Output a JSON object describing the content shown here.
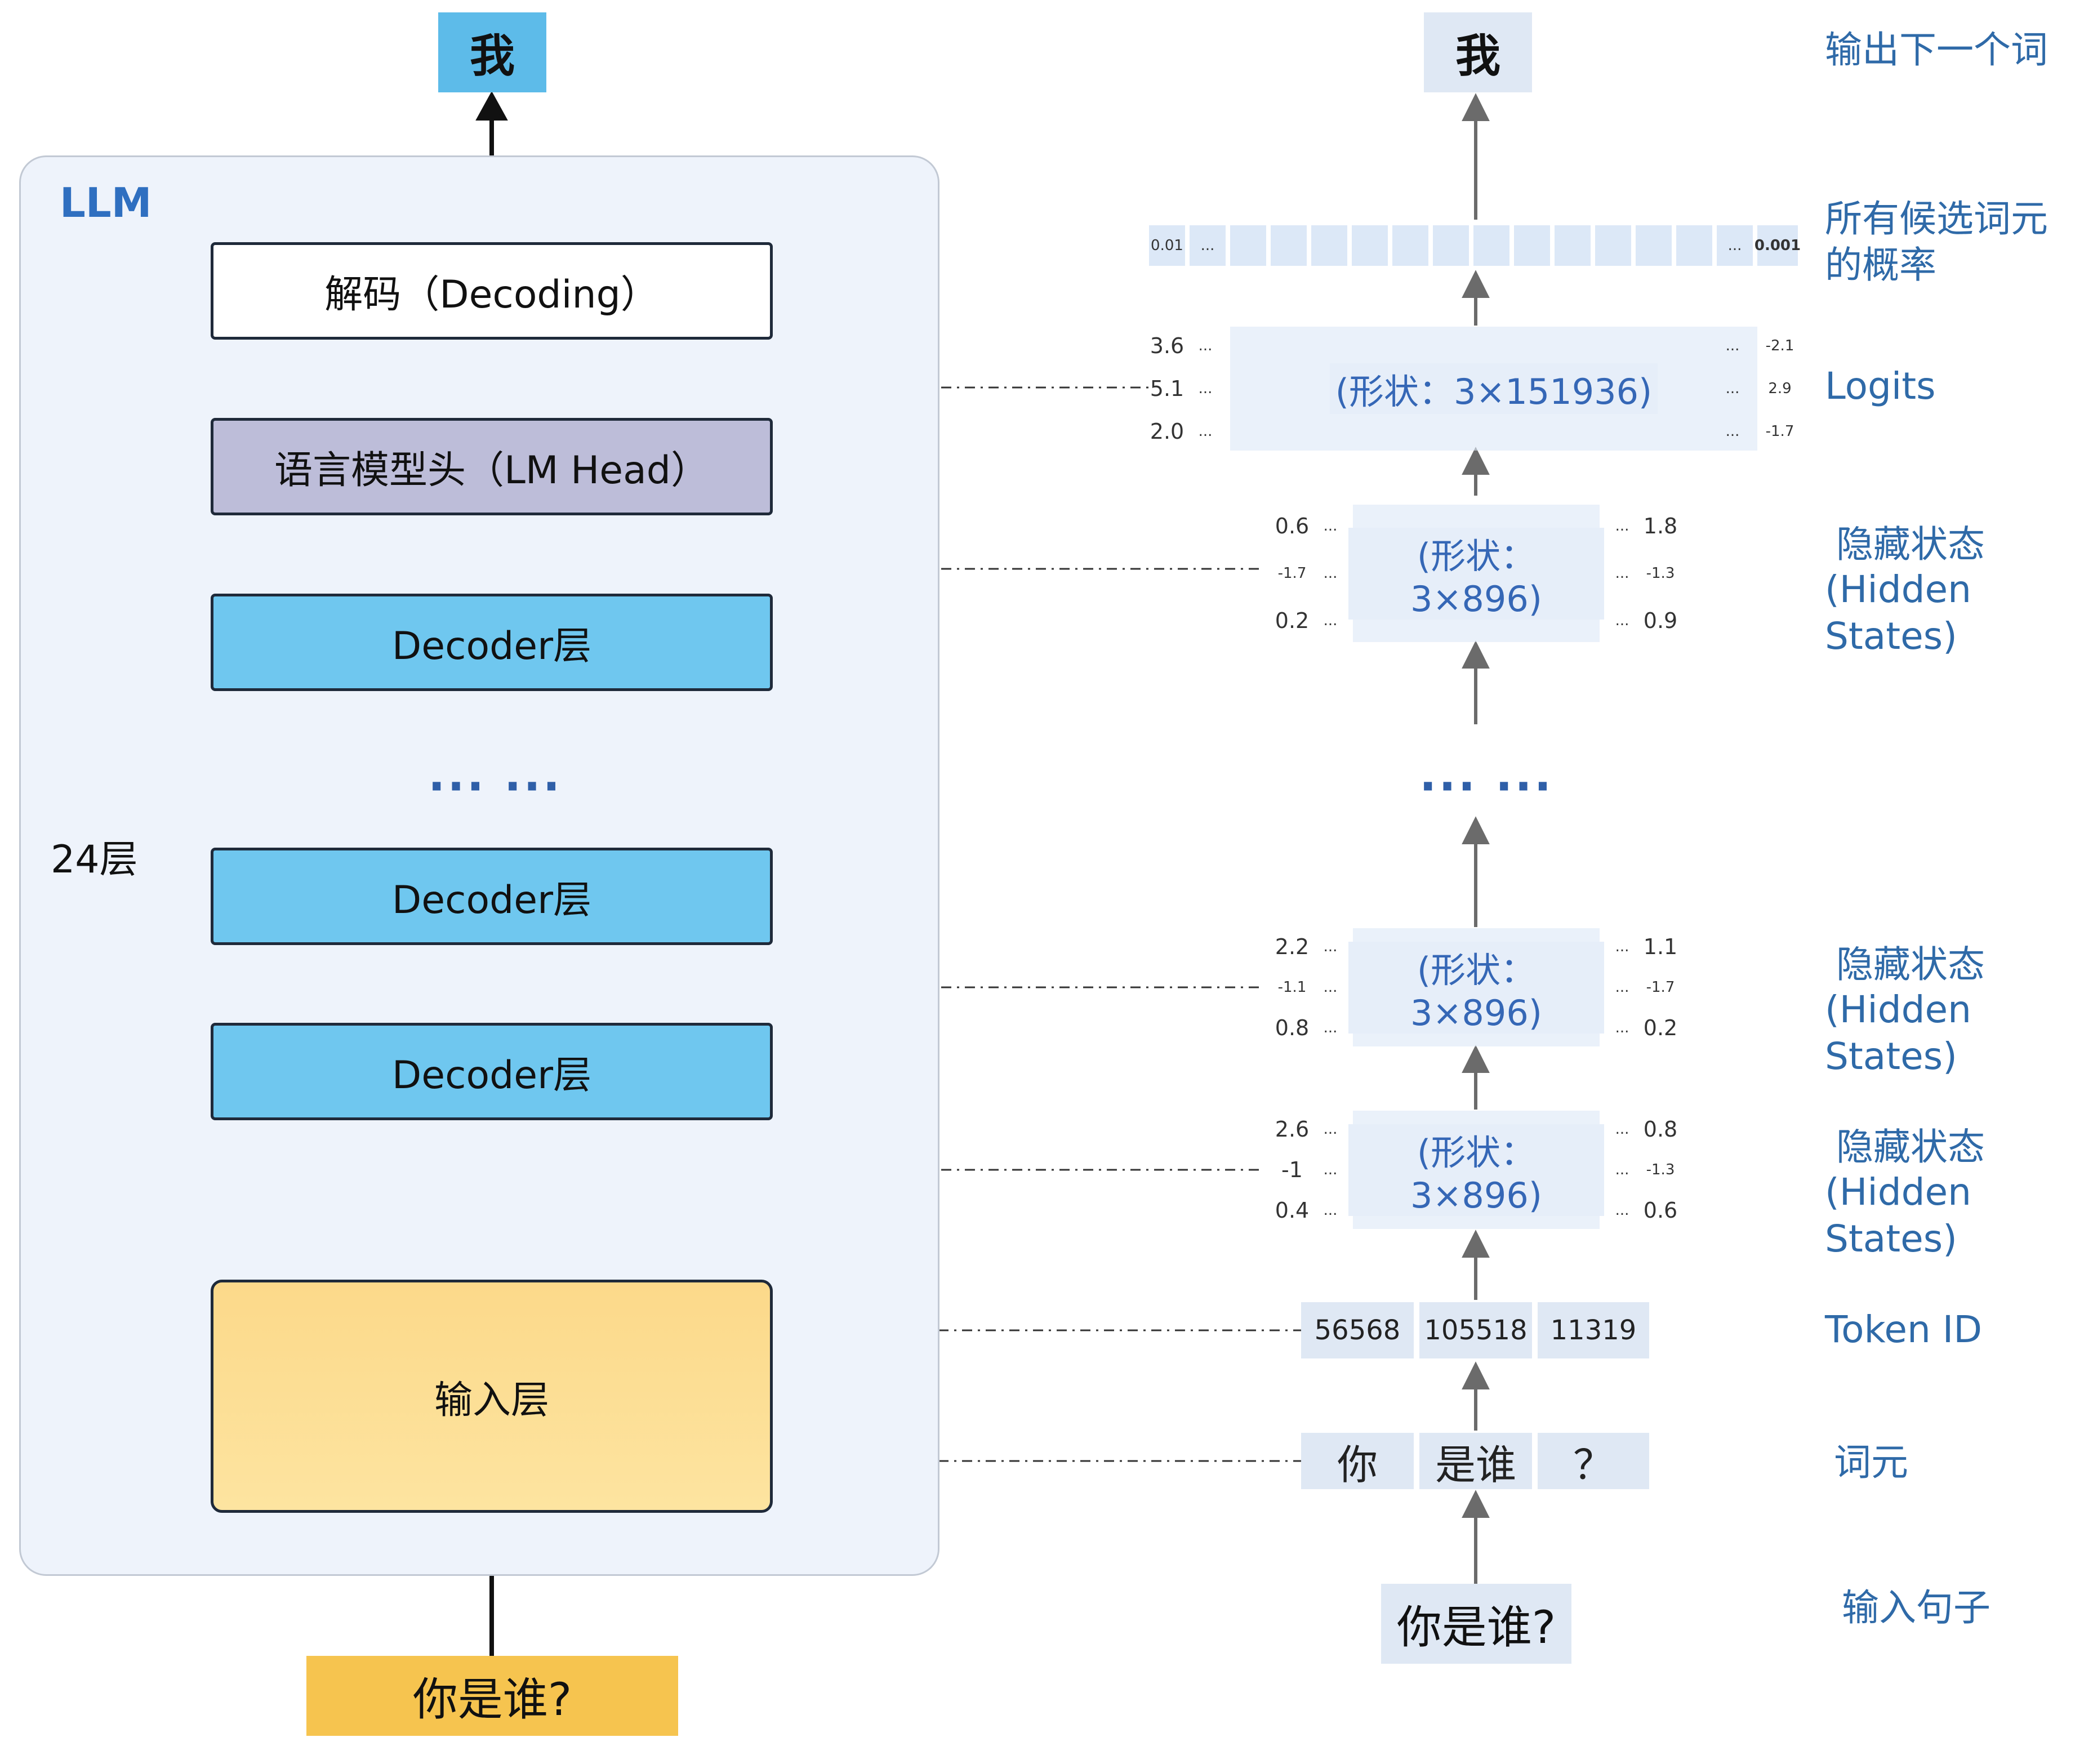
{
  "llm_panel": {
    "label": "LLM"
  },
  "left": {
    "output_token": "我",
    "decoding": "解码（Decoding）",
    "lm_head": "语言模型头（LM Head）",
    "decoder_label": "Decoder层",
    "ellipsis": "··· ···",
    "layers_count": "24层",
    "input_layer": "输入层",
    "input_sentence": "你是谁?"
  },
  "right": {
    "output_token": "我",
    "ellipsis": "··· ···",
    "probs": {
      "first": "0.01",
      "second": "...",
      "second_last": "...",
      "last": "0.001"
    },
    "logits": {
      "shape": "(形状：3×151936)",
      "left_col": [
        "3.6",
        "5.1",
        "2.0"
      ],
      "right_col": [
        "-2.1",
        "2.9",
        "-1.7"
      ],
      "ellipsis": "..."
    },
    "hidden_top": {
      "shape": "(形状：3×896)",
      "left_col": [
        "0.6",
        "-1.7",
        "0.2"
      ],
      "right_col": [
        "1.8",
        "-1.3",
        "0.9"
      ],
      "ellipsis": "..."
    },
    "hidden_mid": {
      "shape": "(形状：3×896)",
      "left_col": [
        "2.2",
        "-1.1",
        "0.8"
      ],
      "right_col": [
        "1.1",
        "-1.7",
        "0.2"
      ],
      "ellipsis": "..."
    },
    "hidden_bottom": {
      "shape": "(形状：3×896)",
      "left_col": [
        "2.6",
        "-1",
        "0.4"
      ],
      "right_col": [
        "0.8",
        "-1.3",
        "0.6"
      ],
      "ellipsis": "..."
    },
    "token_ids": [
      "56568",
      "105518",
      "11319"
    ],
    "words": [
      "你",
      "是谁",
      "？"
    ],
    "input_sentence": "你是谁?"
  },
  "labels": {
    "output_next": "输出下一个词",
    "all_probs_line1": "所有候选词元",
    "all_probs_line2": "的概率",
    "logits": "Logits",
    "hidden_1": "隐藏状态",
    "hidden_2": "(Hidden States)",
    "token_id": "Token ID",
    "token": "词元",
    "input_sentence": "输入句子"
  },
  "colors": {
    "panel_bg": "#eef3fb",
    "decoder_blue": "#6fc7ef",
    "lm_head_purple": "#bdbdd9",
    "input_yellow": "#fcd98a",
    "output_blue": "#5dbbe9",
    "sentence_yellow": "#f6c44f",
    "label_blue": "#2f6aa8",
    "cell_blue": "#dce8f7"
  }
}
